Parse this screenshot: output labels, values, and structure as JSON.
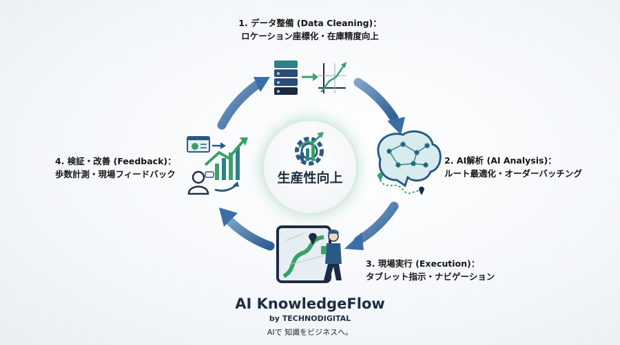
{
  "steps": {
    "data_cleaning": {
      "title": "1. データ整備 (Data Cleaning)：",
      "subtitle": "ロケーション座標化・在庫精度向上"
    },
    "ai_analysis": {
      "title": "2. AI解析 (AI Analysis)：",
      "subtitle": "ルート最適化・オーダーバッチング"
    },
    "execution": {
      "title": "3. 現場実行 (Execution)：",
      "subtitle": "タブレット指示・ナビゲーション"
    },
    "feedback": {
      "title": "4. 検証・改善 (Feedback)：",
      "subtitle": "歩数計測・現場フィードバック"
    }
  },
  "center": {
    "label": "生産性向上"
  },
  "brand": {
    "name": "AI KnowledgeFlow",
    "by": "by TECHNODIGITAL",
    "tagline": "AIで 知識をビジネスへ。"
  },
  "icons": {
    "data_cleaning": "database-to-chart-icon",
    "ai_analysis": "brain-route-icon",
    "execution": "tablet-worker-icon",
    "feedback": "dashboard-person-icon",
    "center": "gear-growth-icon"
  },
  "colors": {
    "arrow_blue": "#3b6ea6",
    "accent_green": "#3aa06a",
    "navy": "#1d2c44",
    "teal": "#2f7f86"
  }
}
